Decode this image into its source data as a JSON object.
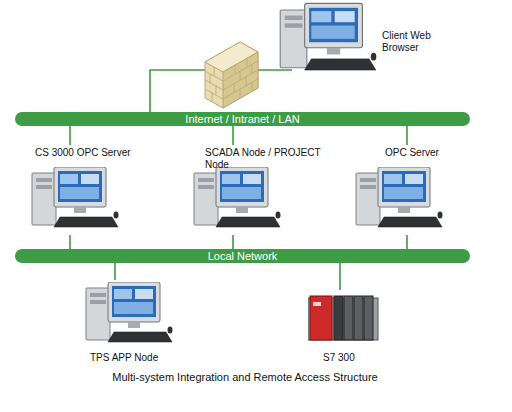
{
  "diagram": {
    "caption": "Multi-system Integration and Remote Access Structure",
    "nodes": [
      {
        "text": [
          "Client Web Browser"
        ]
      },
      {
        "text": [
          "Internet / Intranet / LAN"
        ]
      },
      {
        "text": [
          "CS 3000 OPC Server"
        ]
      },
      {
        "text": [
          "SCADA Node / PROJECT Node"
        ]
      },
      {
        "text": [
          "OPC Server"
        ]
      },
      {
        "text": [
          "Local Network"
        ]
      },
      {
        "text": [
          "TPS APP Node"
        ]
      },
      {
        "text": [
          "S7 300"
        ]
      }
    ],
    "edges": [
      {
        "from": 0,
        "to": 1,
        "arrow": "none"
      },
      {
        "from": 2,
        "to": 1,
        "arrow": "none"
      },
      {
        "from": 3,
        "to": 1,
        "arrow": "none"
      },
      {
        "from": 4,
        "to": 1,
        "arrow": "none"
      },
      {
        "from": 2,
        "to": 5,
        "arrow": "none"
      },
      {
        "from": 3,
        "to": 5,
        "arrow": "none"
      },
      {
        "from": 4,
        "to": 5,
        "arrow": "none"
      },
      {
        "from": 5,
        "to": 6,
        "arrow": "none"
      },
      {
        "from": 5,
        "to": 7,
        "arrow": "none"
      }
    ]
  }
}
